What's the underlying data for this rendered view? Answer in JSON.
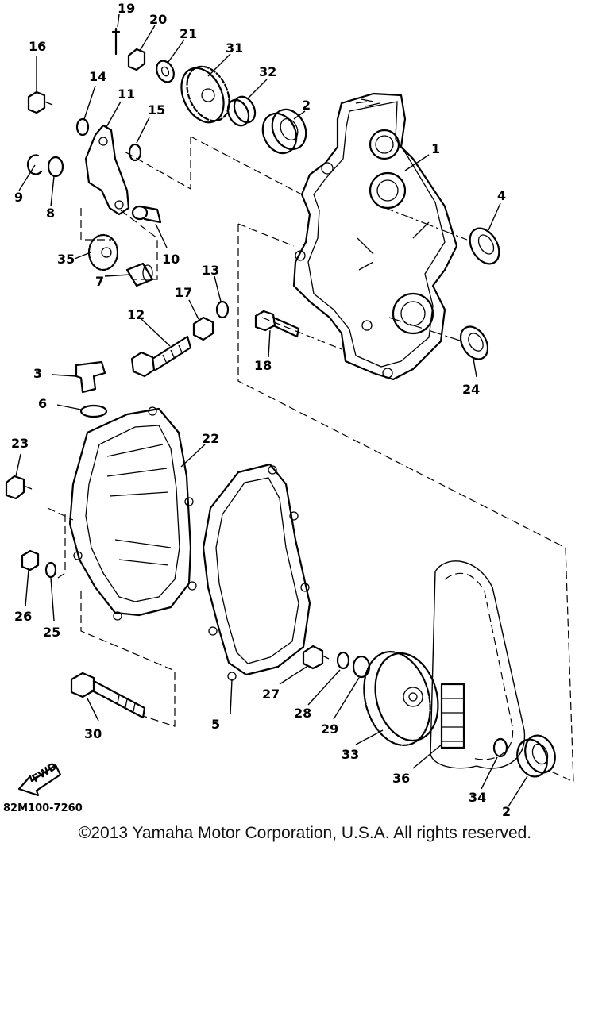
{
  "diagram": {
    "reference_code": "82M100-7260",
    "fwd_label": "FWD",
    "part_labels": [
      "1",
      "2",
      "2",
      "3",
      "4",
      "5",
      "6",
      "7",
      "8",
      "9",
      "10",
      "11",
      "12",
      "13",
      "14",
      "15",
      "16",
      "17",
      "18",
      "19",
      "20",
      "21",
      "22",
      "23",
      "24",
      "25",
      "26",
      "27",
      "28",
      "29",
      "30",
      "31",
      "32",
      "33",
      "34",
      "35",
      "36"
    ]
  },
  "footer": {
    "copyright": "©2013 Yamaha Motor Corporation, U.S.A. All rights reserved."
  }
}
